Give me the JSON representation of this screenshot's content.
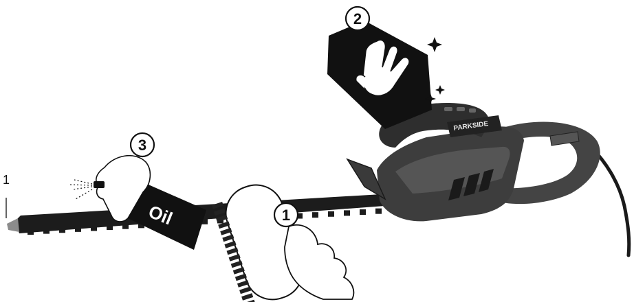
{
  "part_label": "1",
  "brand": "PARKSIDE",
  "oil_label": "Oil",
  "steps": [
    {
      "number": "1",
      "action": "brush"
    },
    {
      "number": "2",
      "action": "wipe-cloth"
    },
    {
      "number": "3",
      "action": "oil-spray"
    }
  ],
  "colors": {
    "ink": "#111111",
    "body_dark": "#3a3a3a",
    "body_mid": "#5a5a5a",
    "blade": "#1c1c1c",
    "paper": "#ffffff"
  }
}
